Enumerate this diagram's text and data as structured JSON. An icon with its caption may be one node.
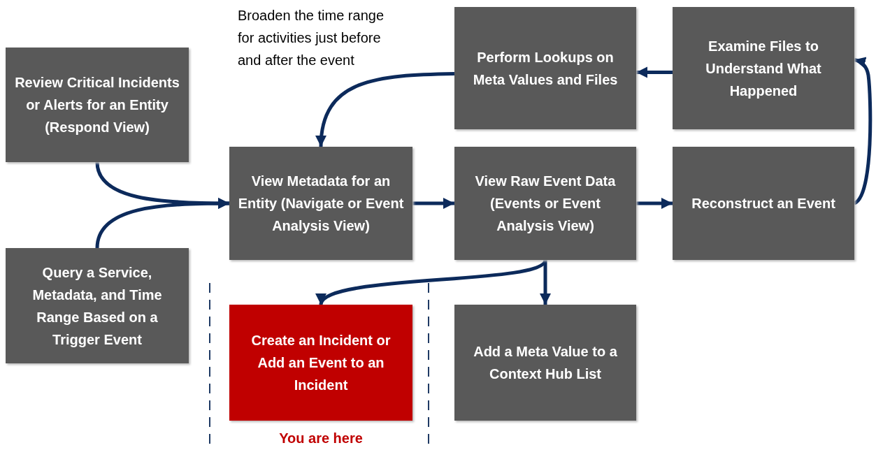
{
  "diagram": {
    "nodes": [
      {
        "text": [
          "Review Critical Incidents or Alerts for an Entity (Respond View)"
        ]
      },
      {
        "text": [
          "Query a Service, Metadata, and Time Range Based on a Trigger Event"
        ]
      },
      {
        "text": [
          "View Metadata for an Entity (Navigate or Event Analysis View)"
        ]
      },
      {
        "text": [
          "Perform Lookups on Meta Values and Files"
        ]
      },
      {
        "text": [
          "Examine Files to Understand What Happened"
        ]
      },
      {
        "text": [
          "View Raw Event Data (Events or Event Analysis View)"
        ]
      },
      {
        "text": [
          "Reconstruct an Event"
        ]
      },
      {
        "text": [
          "Create an Incident or Add an Event to an Incident"
        ],
        "beside": [
          "You are here"
        ]
      },
      {
        "text": [
          "Add a Meta Value to a Context Hub List"
        ]
      }
    ],
    "edges": [
      {
        "from": 0,
        "to": 2,
        "arrow": "to"
      },
      {
        "from": 1,
        "to": 2,
        "arrow": "to"
      },
      {
        "from": 2,
        "to": 5,
        "arrow": "to"
      },
      {
        "from": 5,
        "to": 6,
        "arrow": "to"
      },
      {
        "from": 6,
        "to": 4,
        "arrow": "to"
      },
      {
        "from": 4,
        "to": 3,
        "arrow": "to"
      },
      {
        "from": 3,
        "to": 2,
        "arrow": "to"
      },
      {
        "from": 5,
        "to": 7,
        "arrow": "to"
      },
      {
        "from": 5,
        "to": 8,
        "arrow": "to"
      }
    ],
    "labels": [
      "Broaden the time range for activities just before and after the event"
    ]
  }
}
